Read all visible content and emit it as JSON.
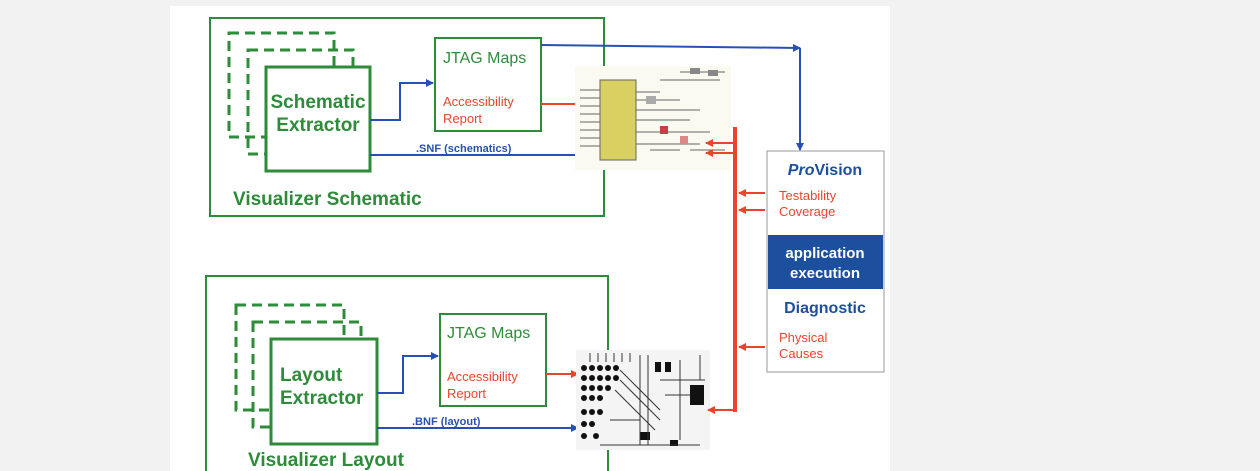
{
  "top_section": {
    "extractor_line1": "Schematic",
    "extractor_line2": "Extractor",
    "jtag_title": "JTAG Maps",
    "report_line1": "Accessibility",
    "report_line2": "Report",
    "net_label": ".SNF (schematics)",
    "section_title": "Visualizer Schematic"
  },
  "bottom_section": {
    "extractor_line1": "Layout",
    "extractor_line2": "Extractor",
    "jtag_title": "JTAG Maps",
    "report_line1": "Accessibility",
    "report_line2": "Report",
    "net_label": ".BNF (layout)",
    "section_title": "Visualizer Layout"
  },
  "provision": {
    "title_italic": "Pro",
    "title_rest": "Vision",
    "testability_line1": "Testability",
    "testability_line2": "Coverage",
    "band_line1": "application",
    "band_line2": "execution",
    "diagnostic": "Diagnostic",
    "causes_line1": "Physical",
    "causes_line2": "Causes"
  },
  "colors": {
    "green": "#2e8b3a",
    "blue": "#2850b4",
    "red": "#e8452c",
    "band": "#1c4f9e"
  },
  "icons": [
    "schematic-thumbnail-image",
    "pcb-layout-thumbnail-image"
  ]
}
